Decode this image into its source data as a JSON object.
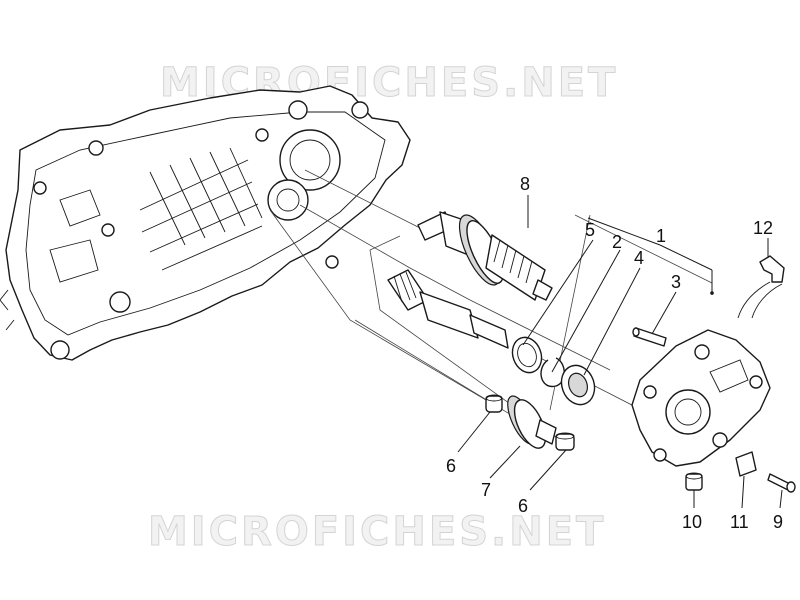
{
  "watermark": {
    "top": "MICROFICHES.NET",
    "bottom": "MICROFICHES.NET"
  },
  "callouts": [
    {
      "id": "c8",
      "label": "8"
    },
    {
      "id": "c5",
      "label": "5"
    },
    {
      "id": "c2",
      "label": "2"
    },
    {
      "id": "c1",
      "label": "1"
    },
    {
      "id": "c4",
      "label": "4"
    },
    {
      "id": "c3",
      "label": "3"
    },
    {
      "id": "c12",
      "label": "12"
    },
    {
      "id": "c6a",
      "label": "6"
    },
    {
      "id": "c7",
      "label": "7"
    },
    {
      "id": "c6b",
      "label": "6"
    },
    {
      "id": "c10",
      "label": "10"
    },
    {
      "id": "c11",
      "label": "11"
    },
    {
      "id": "c9",
      "label": "9"
    }
  ]
}
